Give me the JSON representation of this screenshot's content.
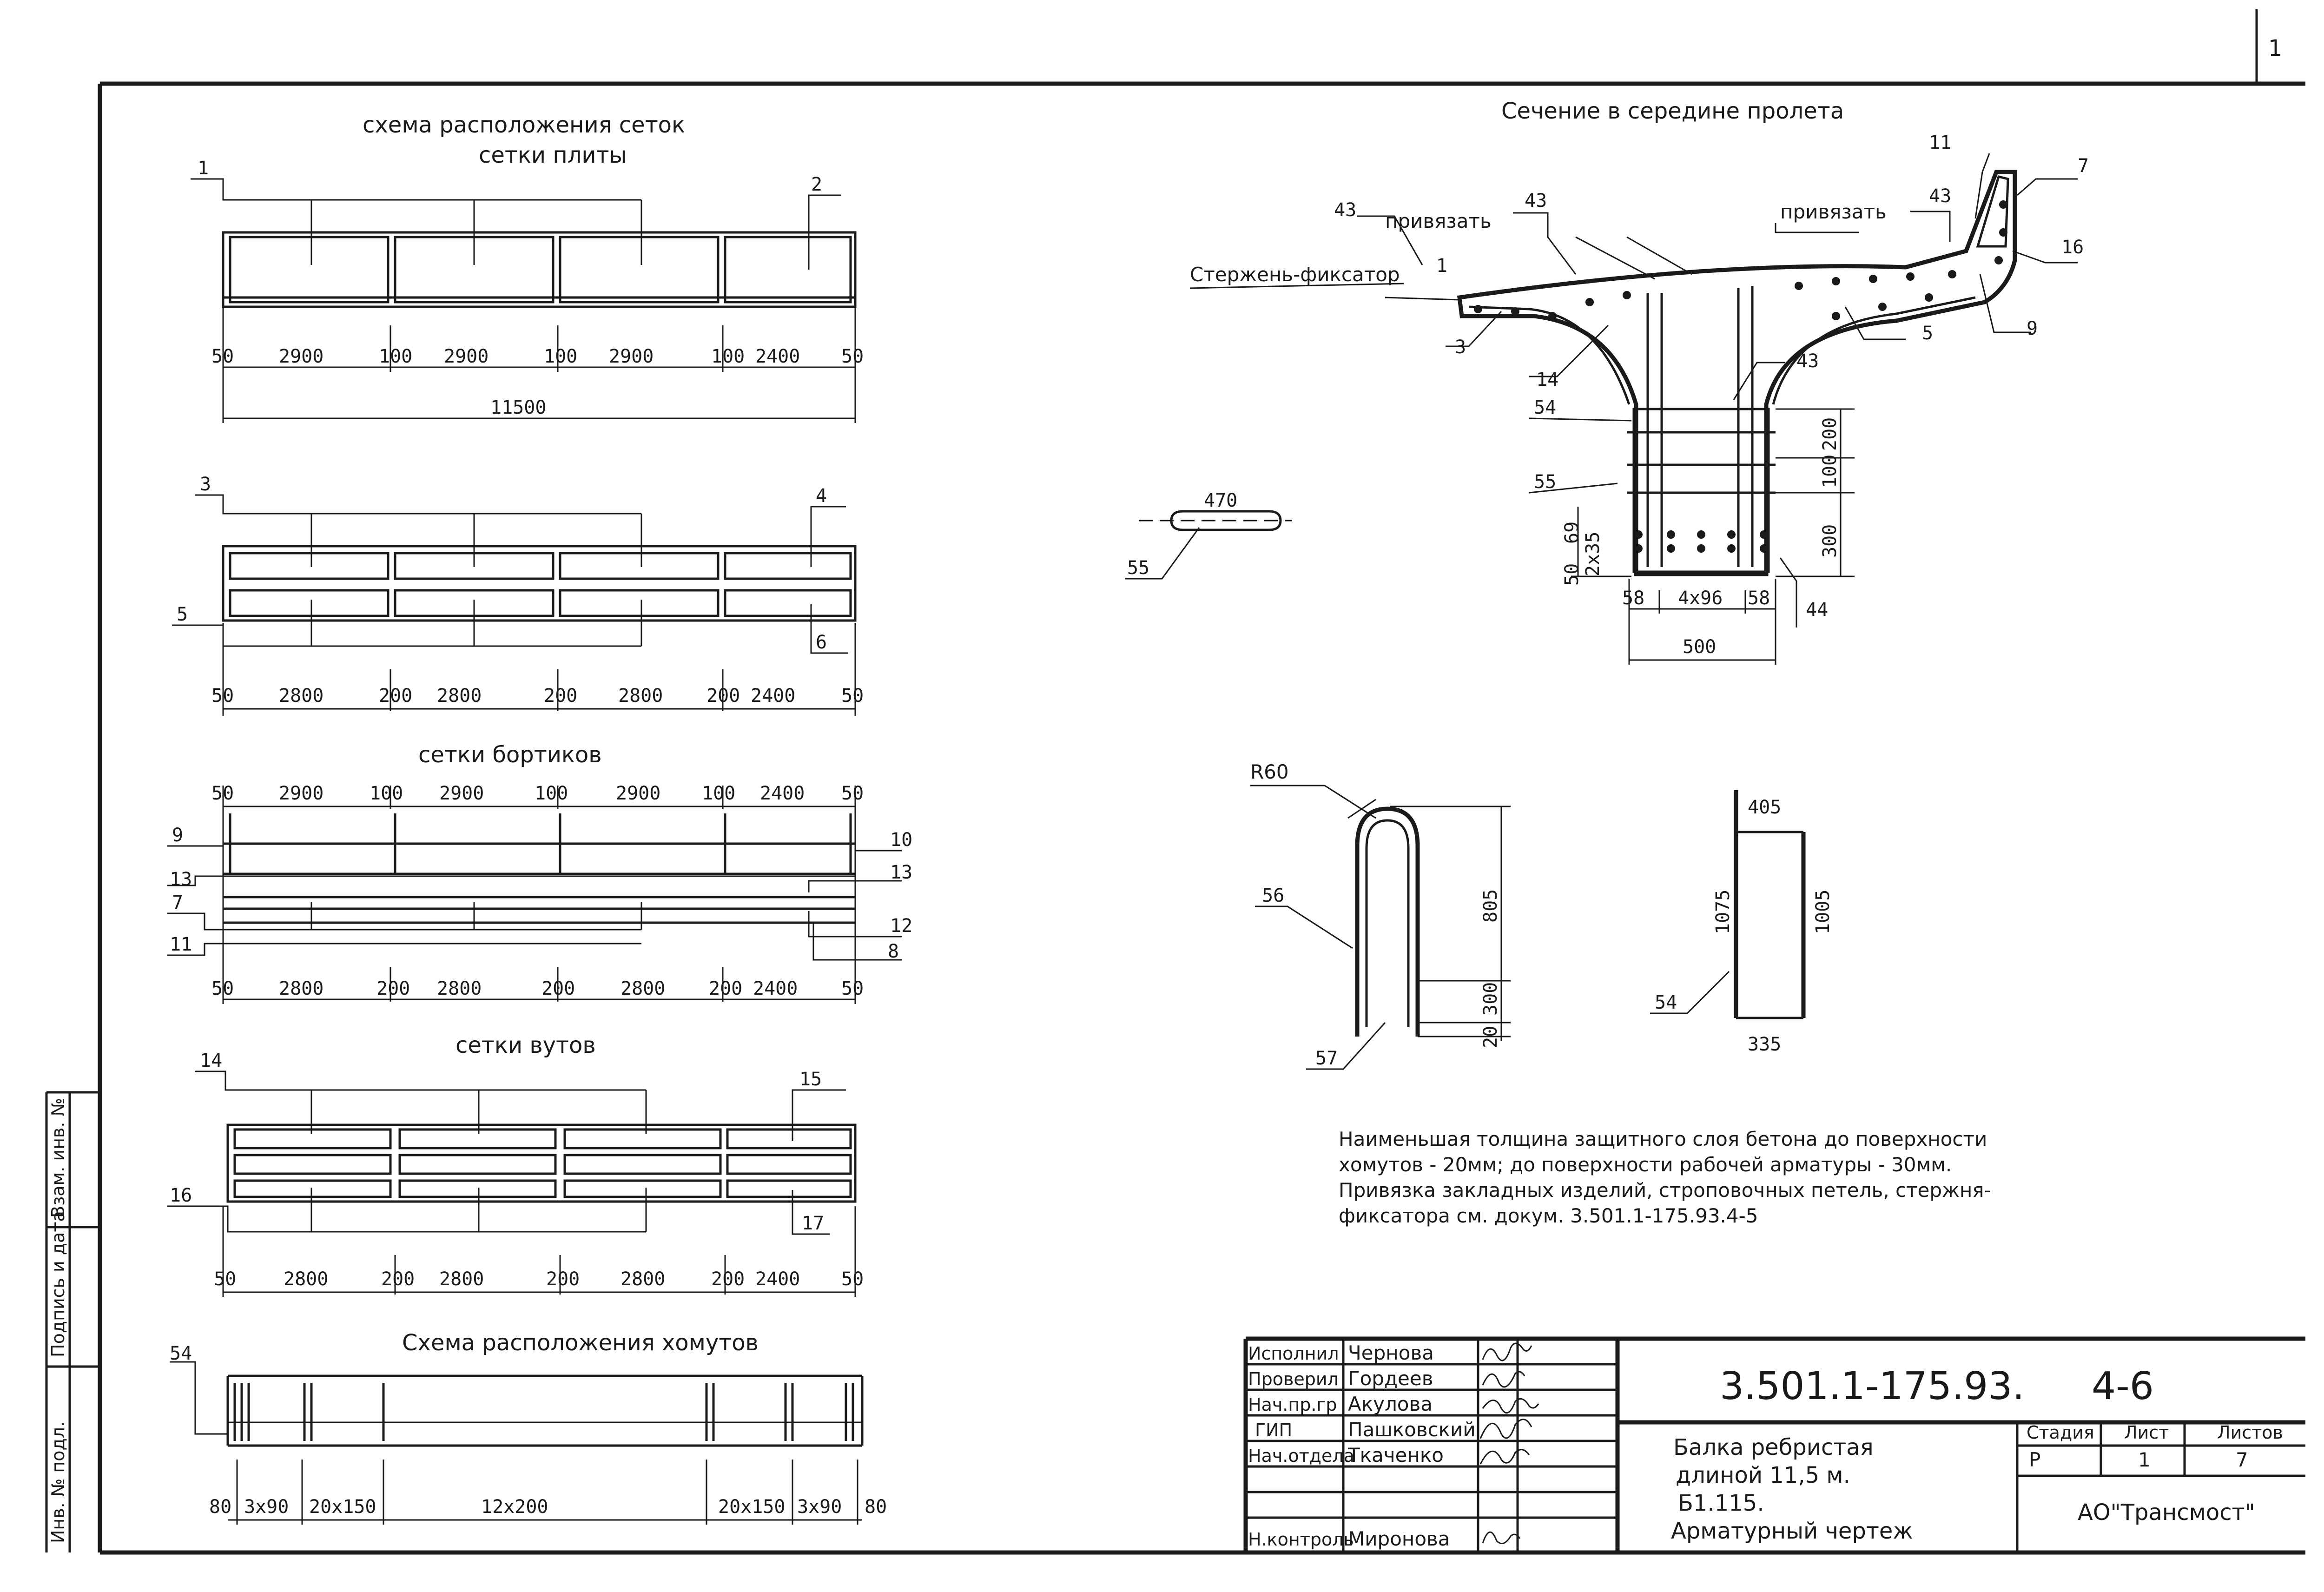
{
  "sheet": {
    "number": "1"
  },
  "titles": {
    "mesh_layout": "схема расположения сеток",
    "slab_meshes": "сетки плиты",
    "curb_meshes": "сетки бортиков",
    "haunch_meshes": "сетки вутов",
    "stirrup_layout": "Схема расположения хомутов",
    "section": "Сечение в середине пролета"
  },
  "slab_top": {
    "dims": [
      "50",
      "2900",
      "100",
      "2900",
      "100",
      "2900",
      "100",
      "2400",
      "50"
    ],
    "total": "11500",
    "marks": [
      "1",
      "2"
    ]
  },
  "slab_bottom": {
    "dims": [
      "50",
      "2800",
      "200",
      "2800",
      "200",
      "2800",
      "200",
      "2400",
      "50"
    ],
    "marks": [
      "3",
      "4",
      "5",
      "6"
    ]
  },
  "curbs": {
    "top_dims": [
      "50",
      "2900",
      "100",
      "2900",
      "100",
      "2900",
      "100",
      "2400",
      "50"
    ],
    "bottom_dims": [
      "50",
      "2800",
      "200",
      "2800",
      "200",
      "2800",
      "200",
      "2400",
      "50"
    ],
    "marks": [
      "9",
      "13",
      "7",
      "11",
      "10",
      "13",
      "12",
      "8"
    ]
  },
  "haunches": {
    "dims": [
      "50",
      "2800",
      "200",
      "2800",
      "200",
      "2800",
      "200",
      "2400",
      "50"
    ],
    "marks": [
      "14",
      "15",
      "16",
      "17"
    ]
  },
  "stirrups": {
    "mark": "54",
    "dims": [
      "80",
      "3x90",
      "20x150",
      "12x200",
      "20x150",
      "3x90",
      "80"
    ]
  },
  "section_labels": {
    "tie1": "привязать",
    "tie2": "привязать",
    "fixator": "Стержень-фиксатор",
    "marks": [
      "43",
      "43",
      "43",
      "11",
      "7",
      "16",
      "1",
      "3",
      "14",
      "43",
      "5",
      "9",
      "54",
      "55",
      "44"
    ],
    "dims_right": [
      "200",
      "100",
      "300"
    ],
    "dims_left": [
      "50",
      "69",
      "2x35"
    ],
    "dims_bottom": [
      "58",
      "4x96",
      "58",
      "500"
    ]
  },
  "bar55": {
    "length": "470",
    "mark": "55"
  },
  "bar56": {
    "radius": "R60",
    "mark": "56",
    "mark2": "57",
    "h": "805",
    "h2": "300",
    "h3": "20"
  },
  "bar54": {
    "top": "405",
    "bottom": "335",
    "left": "1075",
    "right": "1005",
    "mark": "54"
  },
  "notes": [
    "Наименьшая толщина защитного слоя бетона до поверхности",
    "хомутов - 20мм; до поверхности рабочей арматуры - 30мм.",
    "Привязка закладных изделий, строповочных петель, стержня-",
    "фиксатора см. докум. 3.501.1-175.93.4-5"
  ],
  "stamp": {
    "roles": [
      "Исполнил",
      "Проверил",
      "Нач.пр.гр",
      "ГИП",
      "Нач.отдела",
      "Н.контроль"
    ],
    "names": [
      "Чернова",
      "Гордеев",
      "Акулова",
      "Пашковский",
      "Ткаченко",
      "Миронова"
    ],
    "code": "3.501.1-175.93.",
    "code_suffix": "4-6",
    "title_lines": [
      "Балка ребристая",
      "длиной 11,5 м.",
      "Б1.115.",
      "Арматурный чертеж"
    ],
    "stage_label": "Стадия",
    "sheet_label": "Лист",
    "sheets_label": "Листов",
    "stage": "Р",
    "sheet": "1",
    "sheets": "7",
    "org": "АО\"Трансмост\""
  },
  "side_stamp": [
    "Инв. № подл.",
    "Подпись и дата",
    "Взам. инв. №"
  ]
}
